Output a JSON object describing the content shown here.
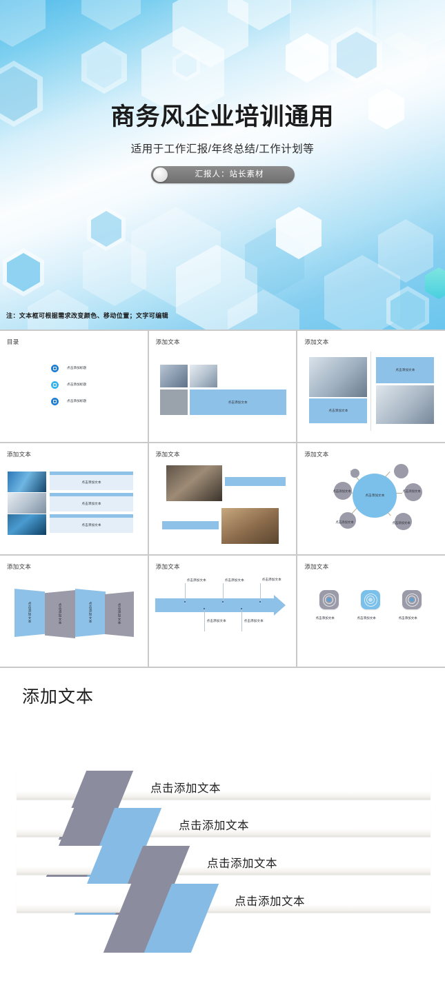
{
  "hero": {
    "title": "商务风企业培训通用",
    "subtitle": "适用于工作汇报/年终总结/工作计划等",
    "presenter": "汇报人：站长素材",
    "note": "注：文本框可根据需求改变颜色、移动位置；文字可编辑"
  },
  "common": {
    "add_text": "添加文本",
    "click_add_text": "点击添加文本",
    "click_add_title": "点击添加标题",
    "toc_title": "目录"
  },
  "colors": {
    "accent_blue": "#8ec1e8",
    "hub_blue": "#7bc0ea",
    "gray": "#9a9aa8",
    "toc_dot": "#1f7fd4",
    "toc_dot_light": "#35b4ef",
    "band_gray": "#8b8d9f",
    "band_blue": "#86bbe6",
    "hero_top": "#4fbaea",
    "accent_hex": "#49cfe0"
  },
  "slides": [
    {
      "id": "toc",
      "title": "目录",
      "items": [
        {
          "label": "点击添加标题",
          "icon": "square-in-circle-icon",
          "tone": "dark"
        },
        {
          "label": "点击添加标题",
          "icon": "square-in-circle-icon",
          "tone": "light"
        },
        {
          "label": "点击添加标题",
          "icon": "square-in-circle-icon",
          "tone": "dark"
        }
      ]
    },
    {
      "id": "photo-trio",
      "title": "添加文本",
      "boxes": [
        {
          "label": "点击添加文本"
        }
      ]
    },
    {
      "id": "two-column",
      "title": "添加文本",
      "boxes": [
        {
          "label": "点击添加文本"
        },
        {
          "label": "点击添加文本"
        }
      ]
    },
    {
      "id": "photo-list",
      "title": "添加文本",
      "rows": [
        {
          "label": "点击添加文本"
        },
        {
          "label": "点击添加文本"
        },
        {
          "label": "点击添加文本"
        }
      ]
    },
    {
      "id": "zigzag",
      "title": "添加文本",
      "boxes": [
        {
          "label": ""
        },
        {
          "label": ""
        }
      ]
    },
    {
      "id": "radial",
      "title": "添加文本",
      "hub": "点击添加文本",
      "nodes": [
        {
          "label": "点击添加文本"
        },
        {
          "label": "点击添加文本"
        },
        {
          "label": "点击添加文本"
        },
        {
          "label": "点击添加文本"
        }
      ]
    },
    {
      "id": "accordion",
      "title": "添加文本",
      "panels": [
        {
          "label": "点击添加文本",
          "tone": "blue"
        },
        {
          "label": "点击添加文本",
          "tone": "gray"
        },
        {
          "label": "点击添加文本",
          "tone": "blue"
        },
        {
          "label": "点击添加文本",
          "tone": "gray"
        }
      ]
    },
    {
      "id": "arrow-timeline",
      "title": "添加文本",
      "above": [
        "点击添加文本",
        "点击添加文本",
        "点击添加文本"
      ],
      "below": [
        "点击添加文本",
        "点击添加文本"
      ]
    },
    {
      "id": "round-icons",
      "title": "添加文本",
      "icons": [
        {
          "label": "点击添加文本",
          "tone": "gray",
          "icon": "target-rings-icon"
        },
        {
          "label": "点击添加文本",
          "tone": "blue",
          "icon": "target-rings-icon"
        },
        {
          "label": "点击添加文本",
          "tone": "gray",
          "icon": "target-rings-icon"
        }
      ]
    }
  ],
  "bottom_slide": {
    "title": "添加文本",
    "bands": [
      {
        "label": "点击添加文本",
        "tone": "gray"
      },
      {
        "label": "点击添加文本",
        "tone": "blue"
      },
      {
        "label": "点击添加文本",
        "tone": "gray"
      },
      {
        "label": "点击添加文本",
        "tone": "blue"
      }
    ]
  }
}
